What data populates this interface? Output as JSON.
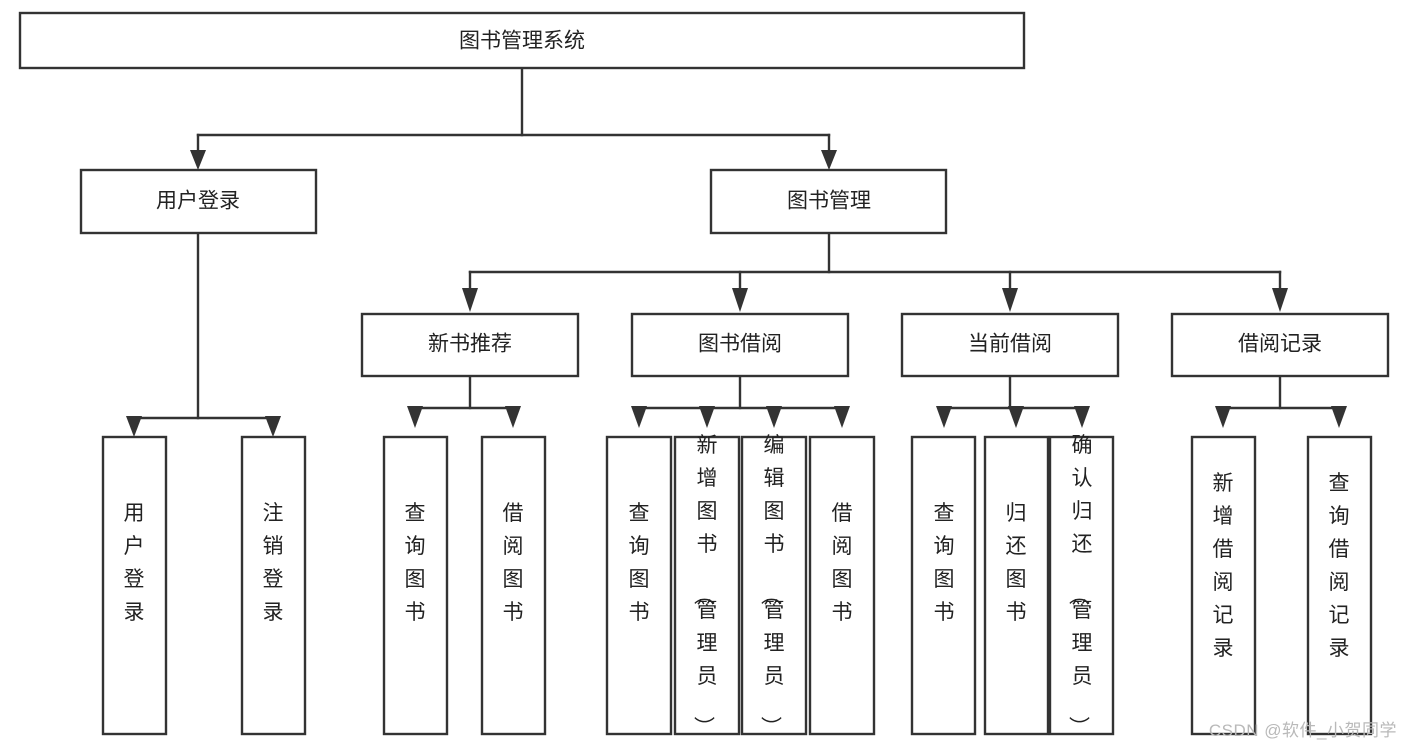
{
  "diagram": {
    "type": "tree",
    "title_node": {
      "label": "图书管理系统"
    },
    "level2": [
      {
        "label": "用户登录"
      },
      {
        "label": "图书管理"
      }
    ],
    "level3": [
      {
        "label": "新书推荐"
      },
      {
        "label": "图书借阅"
      },
      {
        "label": "当前借阅"
      },
      {
        "label": "借阅记录"
      }
    ],
    "leaves": {
      "user_login": [
        {
          "label": "用户登录"
        },
        {
          "label": "注销登录"
        }
      ],
      "new_book_recommend": [
        {
          "label": "查询图书"
        },
        {
          "label": "借阅图书"
        }
      ],
      "book_borrow": [
        {
          "label": "查询图书"
        },
        {
          "label": "新增图书（管理员）"
        },
        {
          "label": "编辑图书（管理员）"
        },
        {
          "label": "借阅图书"
        }
      ],
      "current_borrow": [
        {
          "label": "查询图书"
        },
        {
          "label": "归还图书"
        },
        {
          "label": "确认归还（管理员）"
        }
      ],
      "borrow_record": [
        {
          "label": "新增借阅记录"
        },
        {
          "label": "查询借阅记录"
        }
      ]
    }
  },
  "watermark": {
    "text": "CSDN @软件_小贺同学"
  },
  "colors": {
    "box_stroke": "#333333",
    "box_fill": "#ffffff",
    "text": "#222222",
    "watermark": "#b9b9b9",
    "background": "#ffffff"
  }
}
